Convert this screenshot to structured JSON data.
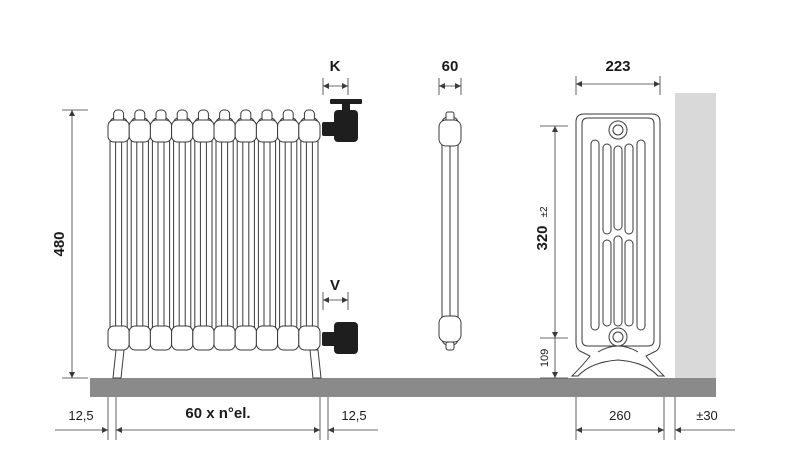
{
  "dimensions": {
    "connection_k": "K",
    "connection_v": "V",
    "section_width": "60",
    "depth": "223",
    "height": "480",
    "center_distance": "320",
    "center_distance_tolerance": "±2",
    "bottom_height": "109",
    "left_clearance": "12,5",
    "length_formula": "60 x n°el.",
    "right_clearance": "12,5",
    "foot_depth": "260",
    "wall_distance": "±30"
  },
  "colors": {
    "floor": "#8a8a8a",
    "wall": "#d9d9d9",
    "line": "#3a3a3a",
    "valve": "#1e1e1e",
    "radiator_fill": "#ffffff"
  }
}
